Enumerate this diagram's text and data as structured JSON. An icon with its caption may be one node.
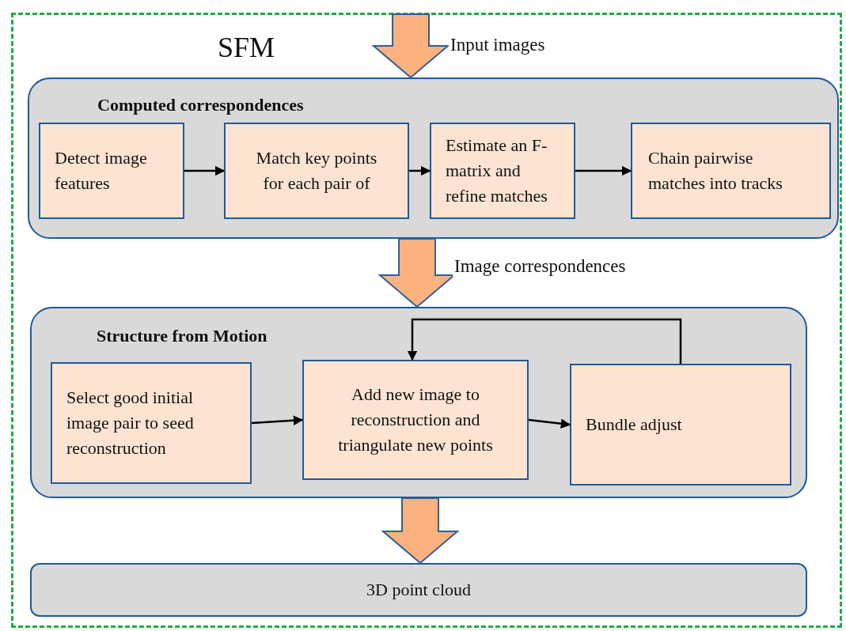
{
  "diagram": {
    "nodes": [
      {
        "text": [
          "SFM"
        ]
      },
      {
        "text": [
          "Computed correspondences"
        ],
        "in": 0
      },
      {
        "text": [
          "Detect image features"
        ],
        "in": 1
      },
      {
        "text": [
          "Match key points for each pair of"
        ],
        "in": 1
      },
      {
        "text": [
          "Estimate an F-matrix and refine matches"
        ],
        "in": 1
      },
      {
        "text": [
          "Chain pairwise matches into tracks"
        ],
        "in": 1
      },
      {
        "text": [
          "Structure from Motion"
        ],
        "in": 0
      },
      {
        "text": [
          "Select good initial image pair to seed reconstruction"
        ],
        "in": 6
      },
      {
        "text": [
          "Add new image to reconstruction and triangulate new points"
        ],
        "in": 6
      },
      {
        "text": [
          "Bundle adjust"
        ],
        "in": 6
      },
      {
        "text": [
          "3D point cloud"
        ],
        "in": 0
      }
    ],
    "edges": [
      {
        "from": null,
        "to": 1,
        "arrow": "to",
        "label": "Input images",
        "style": "thick",
        "color": "#fbb27f"
      },
      {
        "from": 1,
        "to": 6,
        "arrow": "to",
        "label": "Image correspondences",
        "style": "thick",
        "color": "#fbb27f"
      },
      {
        "from": 6,
        "to": 10,
        "arrow": "to",
        "style": "thick",
        "color": "#fbb27f"
      },
      {
        "from": 2,
        "to": 3,
        "arrow": "to"
      },
      {
        "from": 3,
        "to": 4,
        "arrow": "to"
      },
      {
        "from": 4,
        "to": 5,
        "arrow": "to"
      },
      {
        "from": 7,
        "to": 8,
        "arrow": "to"
      },
      {
        "from": 8,
        "to": 9,
        "arrow": "to"
      },
      {
        "from": 9,
        "to": 8,
        "arrow": "to"
      }
    ]
  }
}
